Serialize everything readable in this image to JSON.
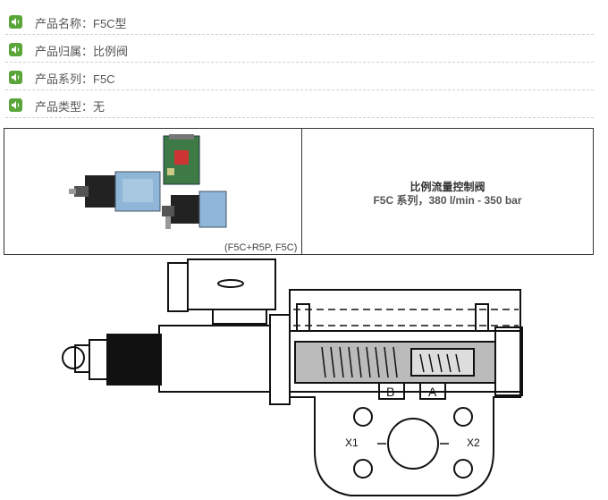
{
  "info_rows": [
    {
      "text": "产品名称：F5C型",
      "icon": "speaker-icon"
    },
    {
      "text": "产品归属：比例阀",
      "icon": "speaker-icon"
    },
    {
      "text": "产品系列：F5C",
      "icon": "speaker-icon"
    },
    {
      "text": "产品类型：无",
      "icon": "speaker-icon"
    }
  ],
  "product": {
    "caption": "(F5C+R5P, F5C)",
    "title": "比例流量控制阀",
    "subtitle": "F5C 系列，380 l/min  -  350 bar"
  },
  "drawing": {
    "port_b": "B",
    "port_a": "A",
    "label_x1": "X1",
    "label_x2": "X2"
  },
  "colors": {
    "icon_green": "#5aa53a",
    "blue_valve": "#8fb6d8"
  }
}
